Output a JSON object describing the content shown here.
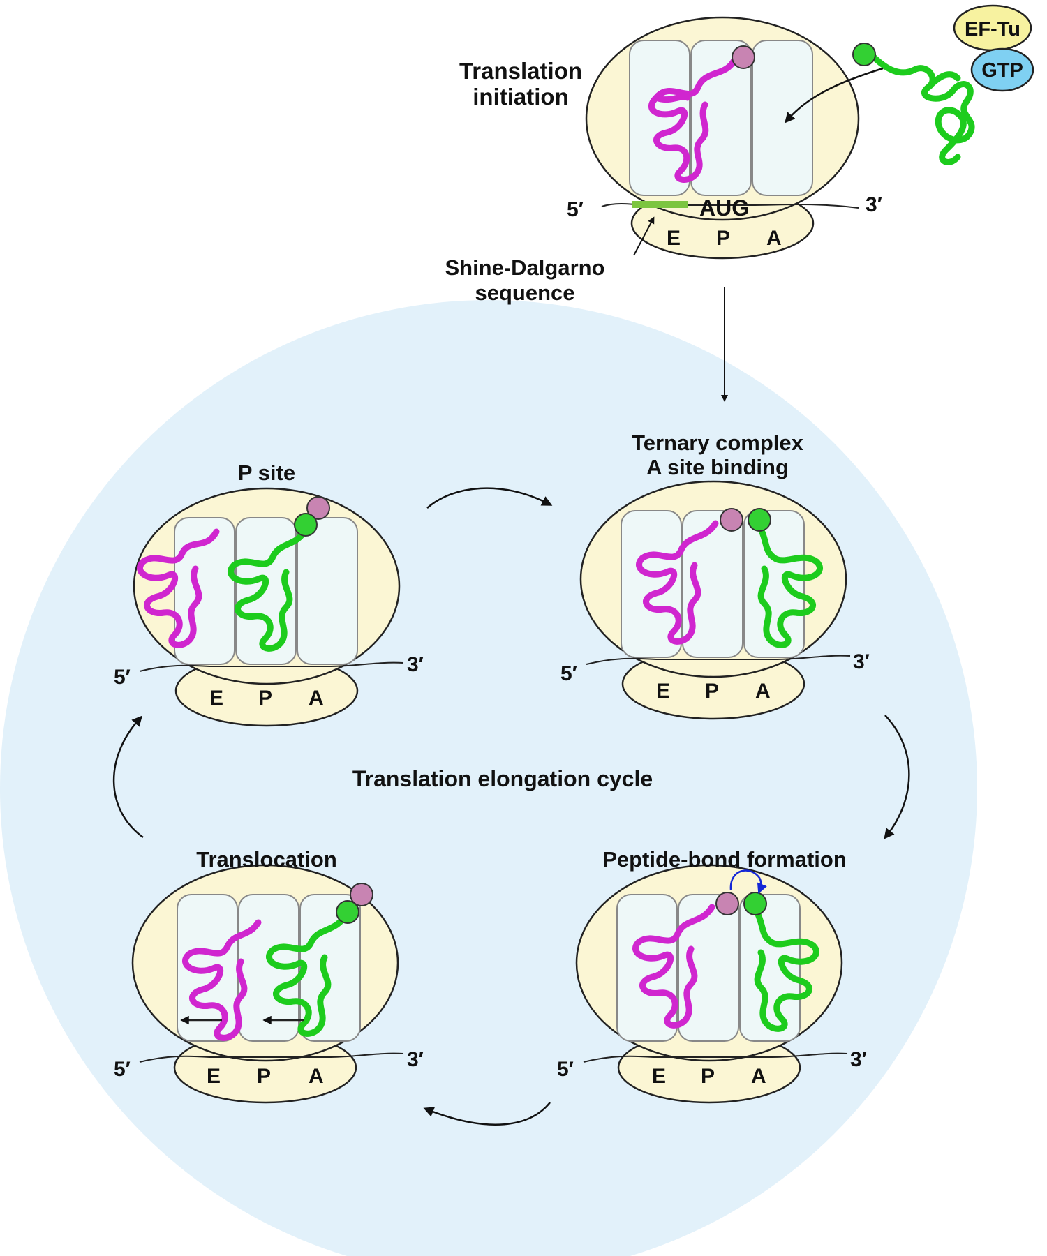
{
  "colors": {
    "background_circle": "#e2f1fa",
    "ribbon_large": "#fbf6d4",
    "ribbon_outline": "#222222",
    "site_box": "#eef8f8",
    "site_outline": "#888888",
    "trna_p": "#d026cf",
    "trna_a": "#1dcc1d",
    "amino_p": "#c884b2",
    "amino_a": "#33d033",
    "sd_bar": "#7cc540",
    "ef_tu": "#f7f2a0",
    "gtp": "#7fd0f2",
    "peptide_arrow": "#1427d6"
  },
  "top_panel": {
    "title_line1": "Translation",
    "title_line2": "initiation",
    "mrna_5": "5′",
    "mrna_3": "3′",
    "codon": "AUG",
    "sites": [
      "E",
      "P",
      "A"
    ],
    "sd_line1": "Shine-Dalgarno",
    "sd_line2": "sequence",
    "ef_tu": "EF-Tu",
    "gtp": "GTP"
  },
  "cycle": {
    "center_title": "Translation elongation cycle",
    "panels": [
      {
        "id": "p-site",
        "title_line1": "P site",
        "title_line2": "",
        "mrna_5": "5′",
        "mrna_3": "3′",
        "sites": [
          "E",
          "P",
          "A"
        ]
      },
      {
        "id": "ternary",
        "title_line1": "Ternary complex",
        "title_line2": "A site binding",
        "mrna_5": "5′",
        "mrna_3": "3′",
        "sites": [
          "E",
          "P",
          "A"
        ]
      },
      {
        "id": "peptide",
        "title_line1": "Peptide-bond formation",
        "title_line2": "",
        "mrna_5": "5′",
        "mrna_3": "3′",
        "sites": [
          "E",
          "P",
          "A"
        ]
      },
      {
        "id": "translocation",
        "title_line1": "Translocation",
        "title_line2": "",
        "mrna_5": "5′",
        "mrna_3": "3′",
        "sites": [
          "E",
          "P",
          "A"
        ]
      }
    ]
  }
}
